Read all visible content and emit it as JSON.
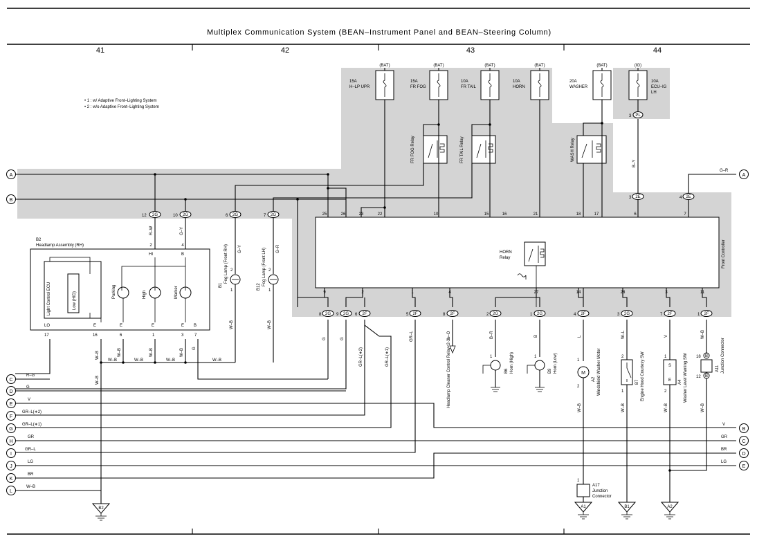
{
  "title": "Multiplex Communication System (BEAN–Instrument Panel and BEAN–Steering Column)",
  "pages": [
    "41",
    "42",
    "43",
    "44"
  ],
  "notes": [
    "• 1 : w/ Adaptive Front–Lighting System",
    "• 2 : w/o Adaptive Front–Lighting System"
  ],
  "fuses": [
    {
      "bus": "(BAT)",
      "rating": "15A",
      "name": "H–LP UPR"
    },
    {
      "bus": "(BAT)",
      "rating": "15A",
      "name": "FR FOG"
    },
    {
      "bus": "(BAT)",
      "rating": "10A",
      "name": "FR TAIL"
    },
    {
      "bus": "(BAT)",
      "rating": "10A",
      "name": "HORN"
    },
    {
      "bus": "(BAT)",
      "rating": "20A",
      "name": "WASHER"
    },
    {
      "bus": "(IG)",
      "rating": "10A",
      "name": "ECU–IG",
      "name2": "LH"
    }
  ],
  "relays": [
    "FR FOG Relay",
    "FR TAIL Relay",
    "WASH Relay",
    "HORN",
    "Relay"
  ],
  "front_controller": "Front Controller",
  "controller_top_pins": [
    "25",
    "26",
    "23",
    "22",
    "10",
    "15",
    "16",
    "21",
    "18",
    "17",
    "6",
    "7"
  ],
  "controller_bottom_pins": [
    "9",
    "2",
    "1",
    "4",
    "27",
    "14",
    "28",
    "3",
    "11"
  ],
  "connectors": {
    "c12": "12",
    "c10": "10",
    "c6": "6",
    "c7": "7",
    "b8": "8",
    "b9": "9",
    "b6": "6",
    "b5": "5",
    "b8b": "8",
    "b2": "2",
    "b1": "1",
    "b4": "4",
    "b3": "3",
    "b7": "7",
    "b1b": "1",
    "ig": "3",
    "ig_id": "PL",
    "r3": "3",
    "r4": "4",
    "r_id": "2E",
    "id_2g": "2G",
    "id_2f": "2F"
  },
  "headlamp": {
    "code": "B2",
    "name": "Headlamp Assembly (RH)",
    "pins_top": [
      "2",
      "4"
    ],
    "pin_labels_top": [
      "HI",
      "B"
    ],
    "ecu": "Light Control ECU",
    "low": "Low (HID)",
    "lamps": [
      "Parking",
      "High",
      "Marker"
    ],
    "pin_labels_bottom": [
      "LO",
      "E",
      "E",
      "E",
      "E",
      "B"
    ],
    "pins_bottom": [
      "17",
      "16",
      "6",
      "1",
      "3",
      "7"
    ]
  },
  "fog_lamps": [
    {
      "code": "B1",
      "name": "Fog Lamp (Front RH)",
      "pin_a": "2",
      "pin_b": "1"
    },
    {
      "code": "B12",
      "name": "Fog Lamp (Front LH)",
      "pin_a": "2",
      "pin_b": "1"
    }
  ],
  "horns": [
    {
      "code": "B6",
      "name": "Horn (High)",
      "pin": "1"
    },
    {
      "code": "B9",
      "name": "Horn (Low)",
      "pin": "1"
    }
  ],
  "loads": [
    {
      "code": "A2",
      "name": "Windshield Washer Motor",
      "pin_a": "1",
      "pin_b": "2",
      "symbol": "M"
    },
    {
      "code": "B7",
      "name": "Engine Hood Courtesy SW",
      "pin_a": "2",
      "pin_b": "1"
    },
    {
      "code": "A4",
      "name": "Washer Level Warning SW",
      "pin_a": "1",
      "pin_b": "2",
      "top": "S",
      "bottom": "E"
    },
    {
      "code": "A11",
      "name": "Junction Connector",
      "pin_a": "18",
      "pin_b": "12",
      "id_a": "B",
      "id_b": "B"
    }
  ],
  "cleaner_note": "Headlamp Cleaner Control Relay<2-3>",
  "junction_a17": {
    "code": "A17",
    "name": "Junction",
    "name2": "Connector",
    "pin": "1"
  },
  "grounds": [
    "B2",
    "A1",
    "B1",
    "A2"
  ],
  "wire_colors": {
    "rw": "R–W",
    "gy": "G–Y",
    "gy2": "G–Y",
    "gr": "G–R",
    "by": "B–Y",
    "gr2": "G–R",
    "wb": "W–B",
    "g": "G",
    "grl2": "GR–L(∗2)",
    "grl1": "GR–L(∗1)",
    "grl": "GR–L",
    "lo": "L–O",
    "br": "B–R",
    "b": "B",
    "l": "L",
    "wl": "W–L",
    "v": "V"
  },
  "left_buses": [
    {
      "id": "A"
    },
    {
      "id": "B"
    },
    {
      "id": "C",
      "wire": "R–G"
    },
    {
      "id": "D",
      "wire": "G"
    },
    {
      "id": "E",
      "wire": "V"
    },
    {
      "id": "F",
      "wire": "GR–L(∗2)"
    },
    {
      "id": "G",
      "wire": "GR–L(∗1)"
    },
    {
      "id": "H",
      "wire": "GR"
    },
    {
      "id": "I",
      "wire": "GR–L"
    },
    {
      "id": "J",
      "wire": "LG"
    },
    {
      "id": "K",
      "wire": "BR"
    },
    {
      "id": "L",
      "wire": "W–B"
    }
  ],
  "right_buses": [
    {
      "id": "A",
      "wire": "G–R"
    },
    {
      "id": "B",
      "wire": "V"
    },
    {
      "id": "C",
      "wire": "GR"
    },
    {
      "id": "D",
      "wire": "BR"
    },
    {
      "id": "E",
      "wire": "LG"
    }
  ]
}
